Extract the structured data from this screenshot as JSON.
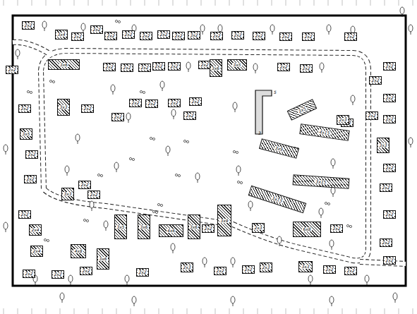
{
  "diagram": {
    "nodes": [
      {
        "text": [
          "2x2"
        ]
      },
      {
        "text": [
          "3x4"
        ]
      },
      {
        "text": [
          "2x2"
        ]
      },
      {
        "text": [
          "2x2"
        ]
      },
      {
        "text": [
          "2x2"
        ]
      },
      {
        "text": [
          "2x2"
        ]
      },
      {
        "text": [
          "2x2"
        ]
      },
      {
        "text": [
          "2x2"
        ]
      },
      {
        "text": [
          "2x2"
        ]
      },
      {
        "text": [
          "3x2"
        ]
      },
      {
        "text": [
          "2x2"
        ]
      },
      {
        "text": [
          "2x2"
        ]
      },
      {
        "text": [
          "2x2"
        ]
      },
      {
        "text": [
          "2x2"
        ]
      },
      {
        "text": [
          "2x2"
        ]
      },
      {
        "text": [
          "2x2"
        ]
      },
      {
        "text": [
          "3x6"
        ]
      },
      {
        "text": [
          "2x2"
        ]
      },
      {
        "text": [
          "2x2"
        ]
      },
      {
        "text": [
          "2x2"
        ]
      },
      {
        "text": [
          "2x2"
        ]
      },
      {
        "text": [
          "2x2"
        ]
      },
      {
        "text": [
          "2x2"
        ]
      },
      {
        "text": [
          "3x6"
        ]
      },
      {
        "text": [
          "3x5"
        ]
      },
      {
        "text": [
          "2x2"
        ]
      },
      {
        "text": [
          "2x2"
        ]
      },
      {
        "text": [
          "3x3"
        ]
      },
      {
        "text": [
          "2x2"
        ]
      },
      {
        "text": [
          "2x2"
        ]
      },
      {
        "text": [
          "2x2"
        ]
      },
      {
        "text": [
          "2x2"
        ]
      },
      {
        "text": [
          "2x2"
        ]
      },
      {
        "text": [
          "2x2"
        ]
      },
      {
        "text": [
          "2x2"
        ]
      },
      {
        "text": [
          "2x2"
        ]
      },
      {
        "text": [
          "2x2"
        ]
      },
      {
        "text": [
          "3x5"
        ]
      },
      {
        "text": [
          "2x2"
        ]
      },
      {
        "text": [
          "2x2"
        ]
      },
      {
        "text": [
          "2x2"
        ]
      },
      {
        "text": [
          "2x4"
        ]
      },
      {
        "text": [
          "2x4"
        ]
      },
      {
        "text": [
          "2x2"
        ]
      },
      {
        "text": [
          "3x3"
        ]
      },
      {
        "text": [
          "2x2"
        ]
      },
      {
        "text": [
          "2x2"
        ]
      },
      {
        "text": [
          "4x8"
        ]
      },
      {
        "text": [
          "3x6"
        ]
      },
      {
        "text": [
          "3x5"
        ]
      },
      {
        "text": [
          "3x6"
        ]
      },
      {
        "text": [
          "4x6"
        ]
      },
      {
        "text": [
          "3x6"
        ]
      },
      {
        "text": [
          "3x9"
        ]
      },
      {
        "text": [
          "2x2"
        ]
      },
      {
        "text": [
          "2x3"
        ]
      },
      {
        "text": [
          "6x8"
        ]
      },
      {
        "text": [
          "2x2"
        ]
      },
      {
        "text": [
          "2x2"
        ]
      },
      {
        "text": [
          "2x2"
        ]
      },
      {
        "text": [
          "2x2"
        ]
      },
      {
        "text": [
          "2x3"
        ]
      },
      {
        "text": [
          "2x2"
        ]
      },
      {
        "text": [
          "2x2"
        ]
      },
      {
        "text": [
          "2x3"
        ]
      },
      {
        "text": [
          "3x3"
        ]
      },
      {
        "text": [
          "2x2"
        ]
      },
      {
        "text": [
          "2x2"
        ]
      },
      {
        "text": [
          "2x2"
        ]
      },
      {
        "text": [
          "2x2"
        ]
      },
      {
        "text": [
          "2x2"
        ]
      },
      {
        "text": [
          "2x2"
        ]
      },
      {
        "text": [
          "2x2"
        ]
      },
      {
        "text": [
          "2x2"
        ]
      },
      {
        "text": [
          "3x3"
        ]
      },
      {
        "text": [
          "2x2"
        ]
      },
      {
        "text": [
          "2x2"
        ]
      },
      {
        "text": [
          "2x2"
        ]
      },
      {
        "text": [
          "2x2"
        ]
      },
      {
        "text": [
          "2x2"
        ]
      },
      {
        "text": [
          "3x5"
        ]
      },
      {
        "text": [
          "4x15"
        ]
      },
      {
        "text": [
          "3x9"
        ]
      },
      {
        "text": [
          "3x15"
        ]
      },
      {
        "text": [
          "3x15"
        ]
      },
      {
        "text": [
          "2x3"
        ]
      }
    ],
    "labels": [
      "5",
      "3"
    ]
  }
}
